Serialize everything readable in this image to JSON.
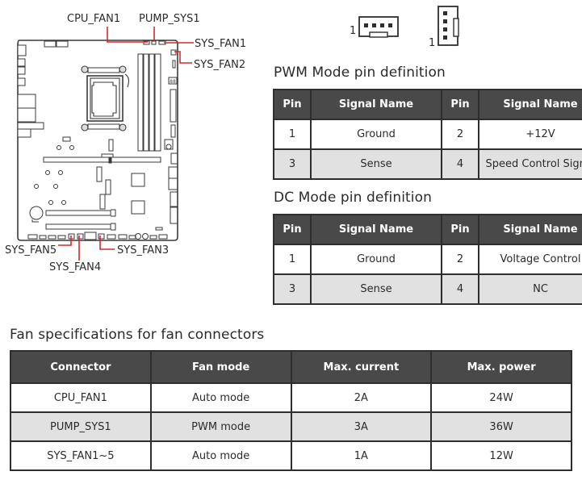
{
  "diagram": {
    "callouts": {
      "cpu_fan1": "CPU_FAN1",
      "pump_sys1": "PUMP_SYS1",
      "sys_fan1": "SYS_FAN1",
      "sys_fan2": "SYS_FAN2",
      "sys_fan3": "SYS_FAN3",
      "sys_fan4": "SYS_FAN4",
      "sys_fan5": "SYS_FAN5"
    },
    "connector_icons": {
      "horizontal_pin1_label": "1",
      "vertical_pin1_label": "1"
    },
    "callout_color": "#d32a2a"
  },
  "pwm": {
    "title": "PWM Mode pin definition",
    "headers": [
      "Pin",
      "Signal Name",
      "Pin",
      "Signal Name"
    ],
    "rows": [
      [
        "1",
        "Ground",
        "2",
        "+12V"
      ],
      [
        "3",
        "Sense",
        "4",
        "Speed Control Signal"
      ]
    ]
  },
  "dc": {
    "title": "DC Mode pin definition",
    "headers": [
      "Pin",
      "Signal Name",
      "Pin",
      "Signal Name"
    ],
    "rows": [
      [
        "1",
        "Ground",
        "2",
        "Voltage Control"
      ],
      [
        "3",
        "Sense",
        "4",
        "NC"
      ]
    ]
  },
  "fan_specs": {
    "title": "Fan specifications for fan connectors",
    "headers": [
      "Connector",
      "Fan mode",
      "Max. current",
      "Max. power"
    ],
    "rows": [
      [
        "CPU_FAN1",
        "Auto mode",
        "2A",
        "24W"
      ],
      [
        "PUMP_SYS1",
        "PWM mode",
        "3A",
        "36W"
      ],
      [
        "SYS_FAN1~5",
        "Auto mode",
        "1A",
        "12W"
      ]
    ]
  },
  "colors": {
    "header_bg": "#494949",
    "alt_row_bg": "#e1e1e1",
    "border": "#2e2e2e"
  }
}
